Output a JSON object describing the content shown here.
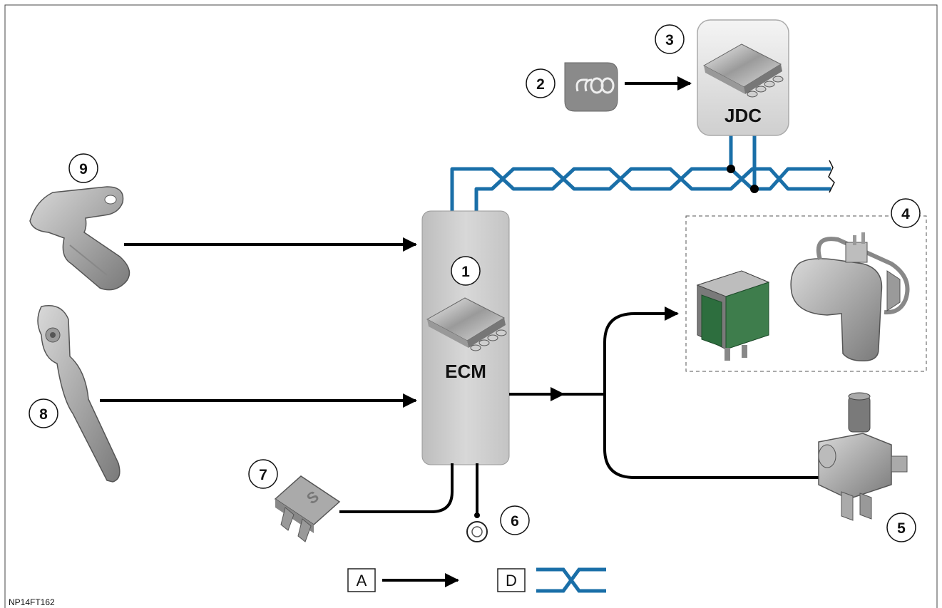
{
  "modules": {
    "ecm_label": "ECM",
    "jdc_label": "JDC"
  },
  "callouts": {
    "c1": "1",
    "c2": "2",
    "c3": "3",
    "c4": "4",
    "c5": "5",
    "c6": "6",
    "c7": "7",
    "c8": "8",
    "c9": "9"
  },
  "legend": {
    "analog_label": "A",
    "digital_label": "D"
  },
  "reference_code": "NP14FT162",
  "colors": {
    "bus_blue": "#1a6fa8",
    "signal_black": "#000000",
    "module_gray": "#cfcfcf",
    "border": "#333333"
  },
  "icons": [
    "camshaft-sensor-icon",
    "accelerator-pedal-icon",
    "fuse-icon",
    "ground-icon",
    "relay-icon",
    "vacuum-pump-icon",
    "solenoid-valve-icon",
    "glow-plug-indicator-icon",
    "chip-icon"
  ]
}
